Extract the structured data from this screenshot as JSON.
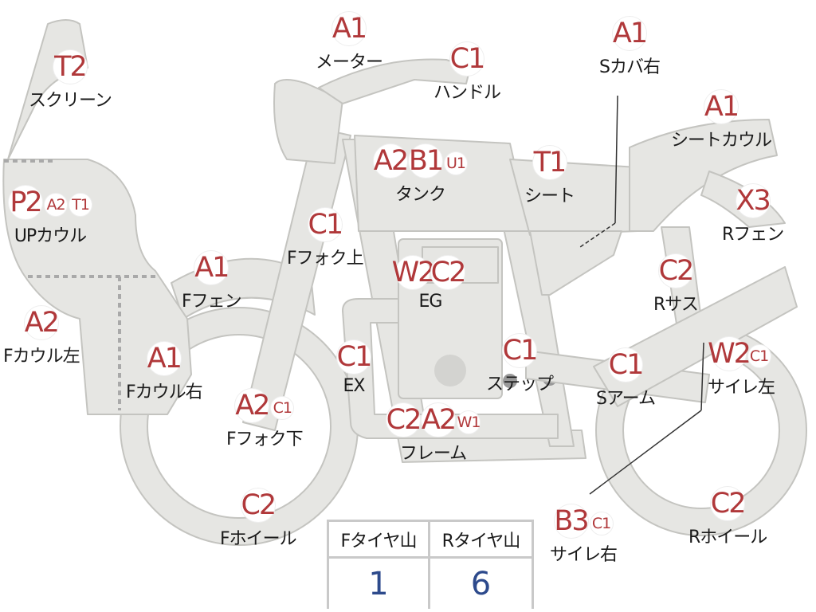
{
  "parts": [
    {
      "id": "screen",
      "codes": [
        {
          "c": "T2"
        }
      ],
      "label": "スクリーン"
    },
    {
      "id": "up-cowl",
      "codes": [
        {
          "c": "P2"
        },
        {
          "c": "A2",
          "s": true
        },
        {
          "c": "T1",
          "s": true
        }
      ],
      "label": "UPカウル"
    },
    {
      "id": "f-cowl-left",
      "codes": [
        {
          "c": "A2"
        }
      ],
      "label": "Fカウル左"
    },
    {
      "id": "f-cowl-right",
      "codes": [
        {
          "c": "A1"
        }
      ],
      "label": "Fカウル右"
    },
    {
      "id": "f-fender",
      "codes": [
        {
          "c": "A1"
        }
      ],
      "label": "Fフェン"
    },
    {
      "id": "f-fork-upper",
      "codes": [
        {
          "c": "C1"
        }
      ],
      "label": "Fフォク上"
    },
    {
      "id": "f-fork-lower",
      "codes": [
        {
          "c": "A2"
        },
        {
          "c": "C1",
          "s": true
        }
      ],
      "label": "Fフォク下"
    },
    {
      "id": "f-wheel",
      "codes": [
        {
          "c": "C2"
        }
      ],
      "label": "Fホイール"
    },
    {
      "id": "meter",
      "codes": [
        {
          "c": "A1"
        }
      ],
      "label": "メーター"
    },
    {
      "id": "handle",
      "codes": [
        {
          "c": "C1"
        }
      ],
      "label": "ハンドル"
    },
    {
      "id": "tank",
      "codes": [
        {
          "c": "A2"
        },
        {
          "c": "B1"
        },
        {
          "c": "U1",
          "s": true
        }
      ],
      "label": "タンク"
    },
    {
      "id": "seat",
      "codes": [
        {
          "c": "T1"
        }
      ],
      "label": "シート"
    },
    {
      "id": "s-cover-right",
      "codes": [
        {
          "c": "A1"
        }
      ],
      "label": "Sカバ右"
    },
    {
      "id": "seat-cowl",
      "codes": [
        {
          "c": "A1"
        }
      ],
      "label": "シートカウル"
    },
    {
      "id": "r-fender",
      "codes": [
        {
          "c": "X3"
        }
      ],
      "label": "Rフェン"
    },
    {
      "id": "r-suspension",
      "codes": [
        {
          "c": "C2"
        }
      ],
      "label": "Rサス"
    },
    {
      "id": "engine",
      "codes": [
        {
          "c": "W2"
        },
        {
          "c": "C2"
        }
      ],
      "label": "EG"
    },
    {
      "id": "exhaust",
      "codes": [
        {
          "c": "C1"
        }
      ],
      "label": "EX"
    },
    {
      "id": "step",
      "codes": [
        {
          "c": "C1"
        }
      ],
      "label": "ステップ"
    },
    {
      "id": "frame",
      "codes": [
        {
          "c": "C2"
        },
        {
          "c": "A2"
        },
        {
          "c": "W1",
          "s": true
        }
      ],
      "label": "フレーム"
    },
    {
      "id": "swing-arm",
      "codes": [
        {
          "c": "C1"
        }
      ],
      "label": "Sアーム"
    },
    {
      "id": "muffler-left",
      "codes": [
        {
          "c": "W2"
        },
        {
          "c": "C1",
          "s": true
        }
      ],
      "label": "サイレ左"
    },
    {
      "id": "muffler-right",
      "codes": [
        {
          "c": "B3"
        },
        {
          "c": "C1",
          "s": true
        }
      ],
      "label": "サイレ右"
    },
    {
      "id": "r-wheel",
      "codes": [
        {
          "c": "C2"
        }
      ],
      "label": "Rホイール"
    }
  ],
  "tire_table": {
    "front_header": "Fタイヤ山",
    "rear_header": "Rタイヤ山",
    "front_value": "1",
    "rear_value": "6"
  },
  "colors": {
    "code": "#b0383a",
    "body": "#e6e6e3",
    "outline": "#c4c4c0",
    "value": "#2d4a8c"
  }
}
